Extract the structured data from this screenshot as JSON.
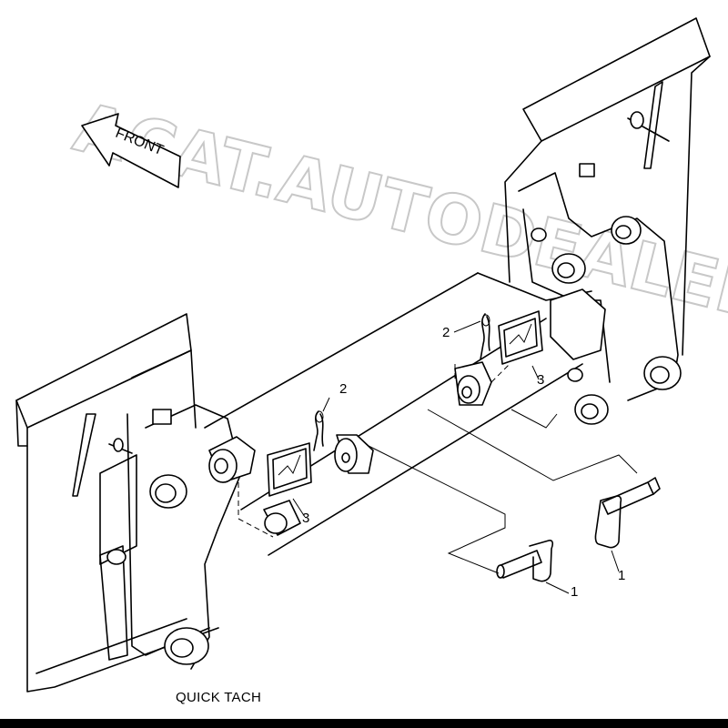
{
  "caption": "QUICK TACH",
  "direction_label": "FRONT",
  "watermark": "ACAT.AUTODEALER.RU",
  "callouts": [
    {
      "id": "pin-left",
      "text": "1"
    },
    {
      "id": "pin-right",
      "text": "1"
    },
    {
      "id": "clip-left",
      "text": "2"
    },
    {
      "id": "clip-right",
      "text": "2"
    },
    {
      "id": "decal-left",
      "text": "3"
    },
    {
      "id": "decal-right",
      "text": "3"
    }
  ]
}
